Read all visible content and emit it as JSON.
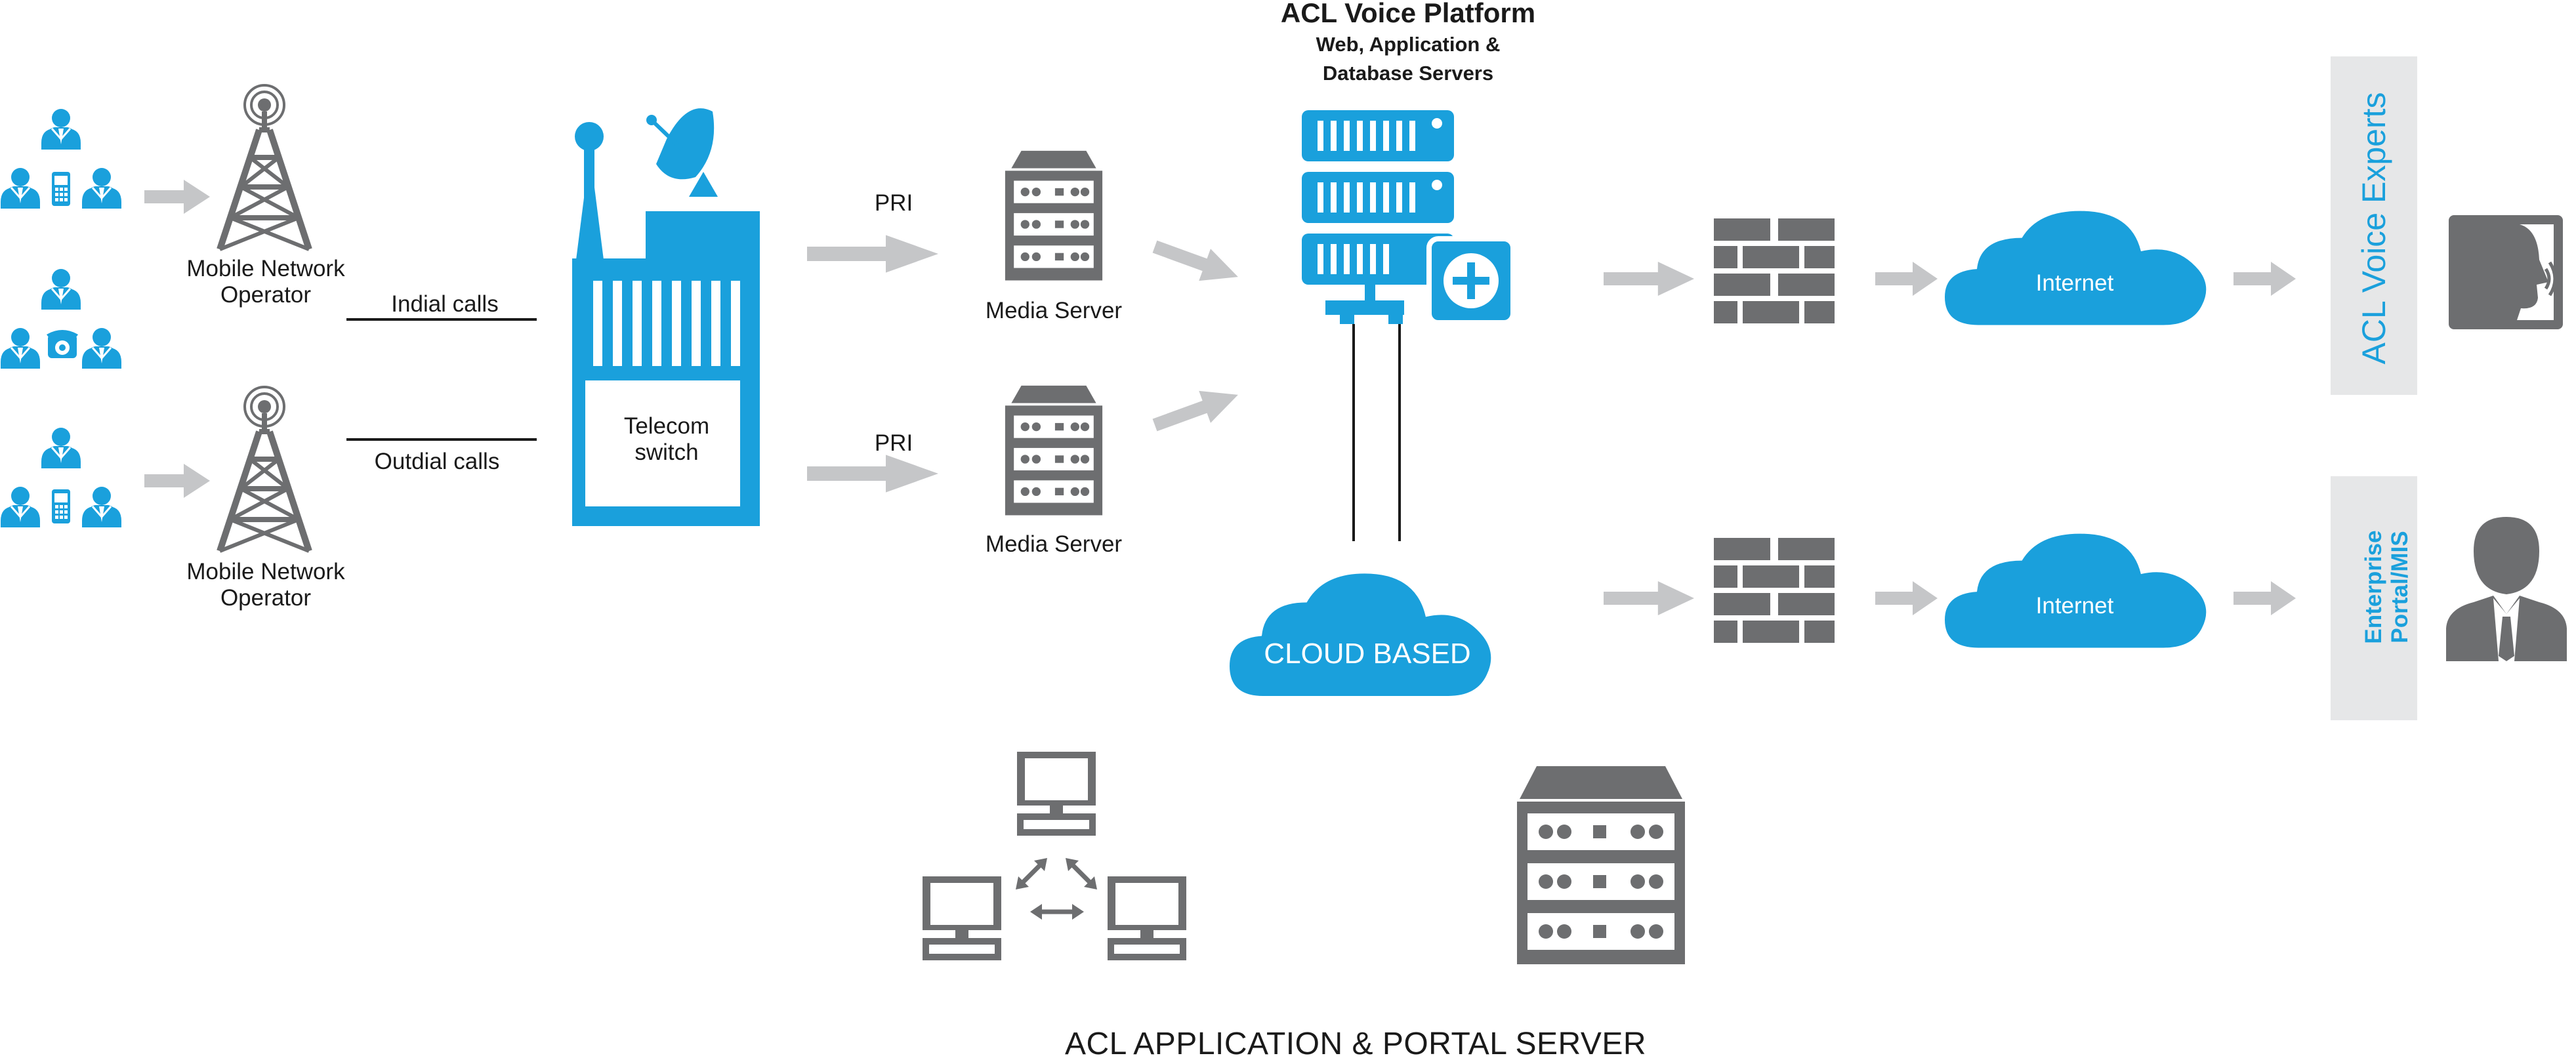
{
  "header": {
    "title": "ACL Voice  Platform",
    "subtitle_line1": "Web, Application &",
    "subtitle_line2": "Database Servers"
  },
  "operators": {
    "top_line1": "Mobile Network",
    "top_line2": "Operator",
    "bottom_line1": "Mobile Network",
    "bottom_line2": "Operator"
  },
  "calls": {
    "indial": "Indial calls",
    "outdial": "Outdial calls"
  },
  "switch": {
    "line1": "Telecom",
    "line2": "switch"
  },
  "links": {
    "pri_top": "PRI",
    "pri_bottom": "PRI"
  },
  "media": {
    "top": "Media Server",
    "bottom": "Media Server"
  },
  "cloud_based": "CLOUD BASED",
  "internet": {
    "top": "Internet",
    "bottom": "Internet"
  },
  "panels": {
    "experts": "ACL Voice  Experts",
    "enterprise_line1": "Enterprise",
    "enterprise_line2": "Portal/MIS"
  },
  "footer": "ACL APPLICATION &  PORTAL SERVER",
  "colors": {
    "blue": "#1aa0dc",
    "gray": "#6d6e70",
    "arrow": "#c5c6c8",
    "panel": "#e6e7e8"
  },
  "icons": [
    "user-group-icon",
    "mobile-tower-icon",
    "satellite-dish-icon",
    "media-server-icon",
    "database-server-icon",
    "firewall-icon",
    "cloud-icon",
    "speaking-head-icon",
    "businessman-icon",
    "networked-computers-icon",
    "server-rack-icon"
  ]
}
